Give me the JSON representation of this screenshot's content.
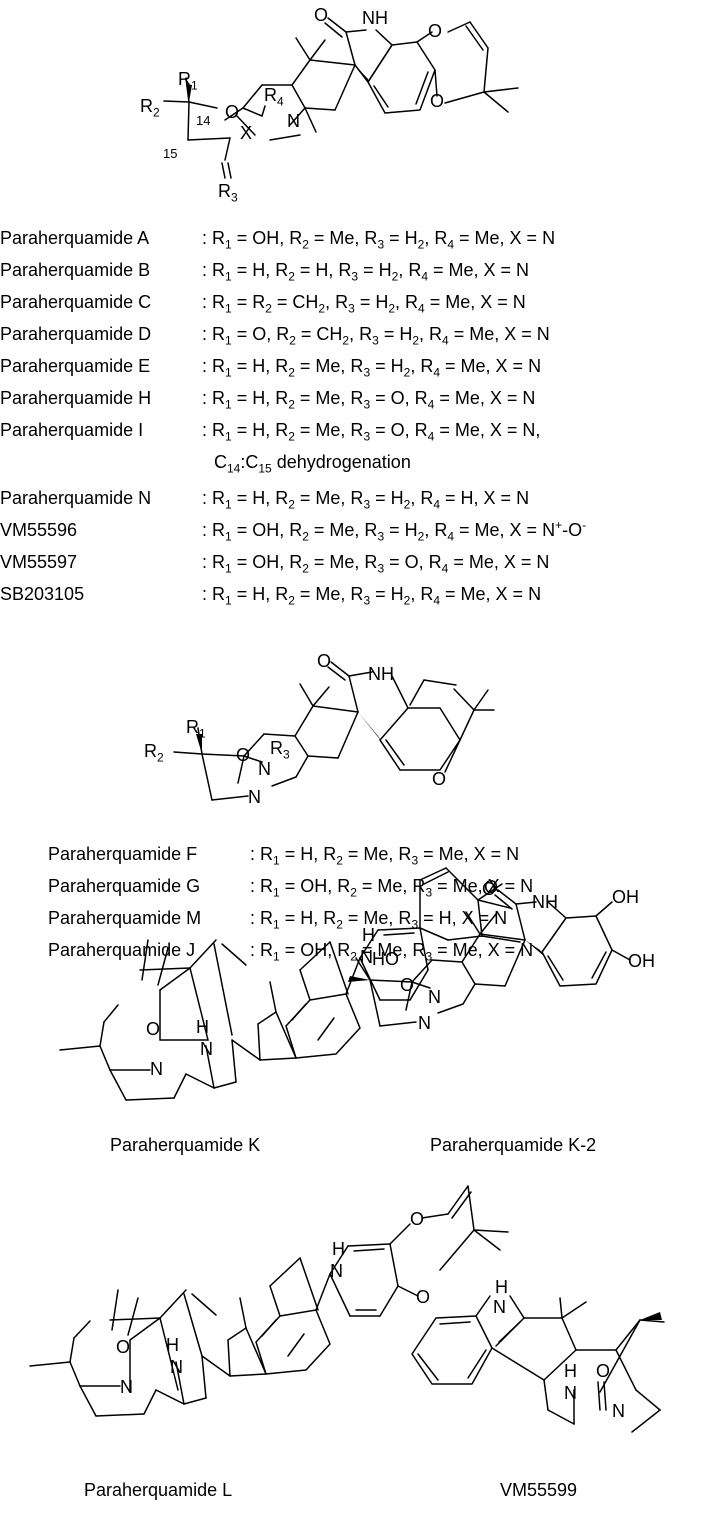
{
  "structure1": {
    "atoms": [
      "O",
      "NH",
      "O",
      "O",
      "R1",
      "R2",
      "14",
      "O",
      "R4",
      "N",
      "X",
      "15",
      "R3"
    ],
    "legend": [
      {
        "name": "Paraherquamide A",
        "spec": ": R1 = OH, R2 = Me, R3 = H2, R4 = Me, X = N"
      },
      {
        "name": "Paraherquamide B",
        "spec": ": R1 = H, R2 = H, R3 = H2, R4 = Me, X = N"
      },
      {
        "name": "Paraherquamide C",
        "spec": ": R1 = R2 = CH2, R3 = H2, R4 = Me, X = N"
      },
      {
        "name": "Paraherquamide D",
        "spec": ": R1 = O, R2 = CH2, R3 = H2, R4 = Me, X = N"
      },
      {
        "name": "Paraherquamide E",
        "spec": ": R1 = H, R2 = Me, R3 = H2, R4 = Me, X = N"
      },
      {
        "name": "Paraherquamide H",
        "spec": ": R1 = H, R2 = Me, R3 = O, R4 = Me, X = N"
      },
      {
        "name": "Paraherquamide I",
        "spec": ": R1 = H, R2 = Me, R3 = O, R4 = Me, X = N,"
      },
      {
        "name": "",
        "spec": "C14:C15 dehydrogenation"
      },
      {
        "name": "Paraherquamide N",
        "spec": ": R1 = H, R2 = Me, R3 = H2, R4 = H, X = N"
      },
      {
        "name": "VM55596",
        "spec": ": R1 = OH, R2 = Me, R3 = H2, R4 = Me, X = N+-O-"
      },
      {
        "name": "VM55597",
        "spec": ": R1 = OH, R2 = Me, R3 = O, R4 = Me, X = N"
      },
      {
        "name": "SB203105",
        "spec": ": R1 = H, R2 = Me, R3 = H2, R4 = Me, X = N"
      }
    ]
  },
  "structure2": {
    "atoms": [
      "O",
      "NH",
      "R1",
      "R2",
      "O",
      "R3",
      "N",
      "N",
      "O"
    ],
    "legend": [
      {
        "name": "Paraherquamide F",
        "spec": ": R1 = H, R2 = Me, R3 = Me, X = N"
      },
      {
        "name": "Paraherquamide G",
        "spec": ": R1 = OH, R2 = Me, R3 = Me, X = N"
      },
      {
        "name": "Paraherquamide M",
        "spec": ": R1 = H, R2 = Me, R3 = H, X = N"
      },
      {
        "name": "Paraherquamide J",
        "spec": ": R1 = OH, R2 = Me, R3 = Me, X = N"
      }
    ]
  },
  "compounds": {
    "K": {
      "caption": "Paraherquamide K",
      "atoms": [
        "H",
        "N",
        "O",
        "O",
        "H",
        "N",
        "N"
      ]
    },
    "K2": {
      "caption": "Paraherquamide K-2",
      "atoms": [
        "O",
        "NH",
        "OH",
        "OH",
        "HO",
        "O",
        "N",
        "N"
      ]
    },
    "L": {
      "caption": "Paraherquamide L",
      "atoms": [
        "O",
        "H",
        "N",
        "O",
        "O",
        "H",
        "N",
        "N"
      ]
    },
    "VM": {
      "caption": "VM55599",
      "atoms": [
        "H",
        "N",
        "H",
        "O",
        "N",
        "N"
      ]
    }
  }
}
